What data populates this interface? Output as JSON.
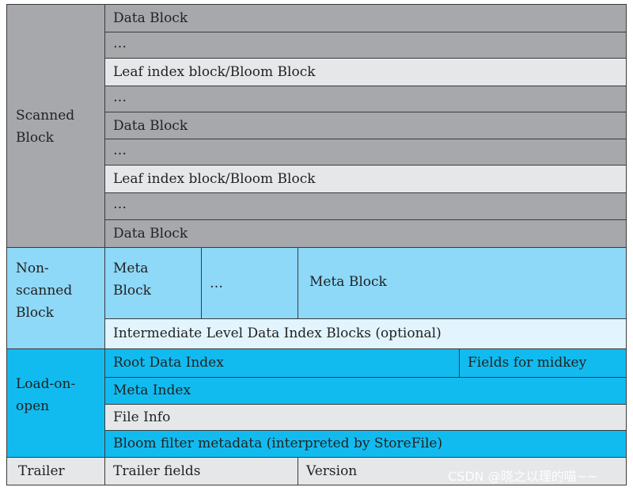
{
  "scanned": {
    "label": "Scanned\nBlock",
    "rows": [
      "Data Block",
      "…",
      "Leaf index block/Bloom Block",
      "…",
      "Data Block",
      "…",
      "Leaf index block/Bloom Block",
      "…",
      "Data Block"
    ]
  },
  "non_scanned": {
    "label": "Non-\nscanned\nBlock",
    "meta_block_1": "Meta\nBlock",
    "ellipsis": "…",
    "meta_block_2": "Meta Block",
    "intermediate": "Intermediate Level Data Index Blocks (optional)"
  },
  "load_on_open": {
    "label": "Load-on-\nopen",
    "root_data_index": "Root Data Index",
    "fields_for_midkey": "Fields for midkey",
    "meta_index": "Meta Index",
    "file_info": "File Info",
    "bloom_meta": "Bloom filter metadata (interpreted by StoreFile)"
  },
  "trailer": {
    "label": "Trailer",
    "fields": "Trailer fields",
    "version": "Version"
  },
  "watermark": "CSDN @晓之以理的喵~~",
  "colors": {
    "scanned": "#a6a8ab",
    "scanned_light": "#e6e7e8",
    "non_scanned": "#8ed8f8",
    "non_scanned_light": "#e2f4fd",
    "load_on_open": "#12bbef",
    "trailer": "#e6e7e8"
  }
}
